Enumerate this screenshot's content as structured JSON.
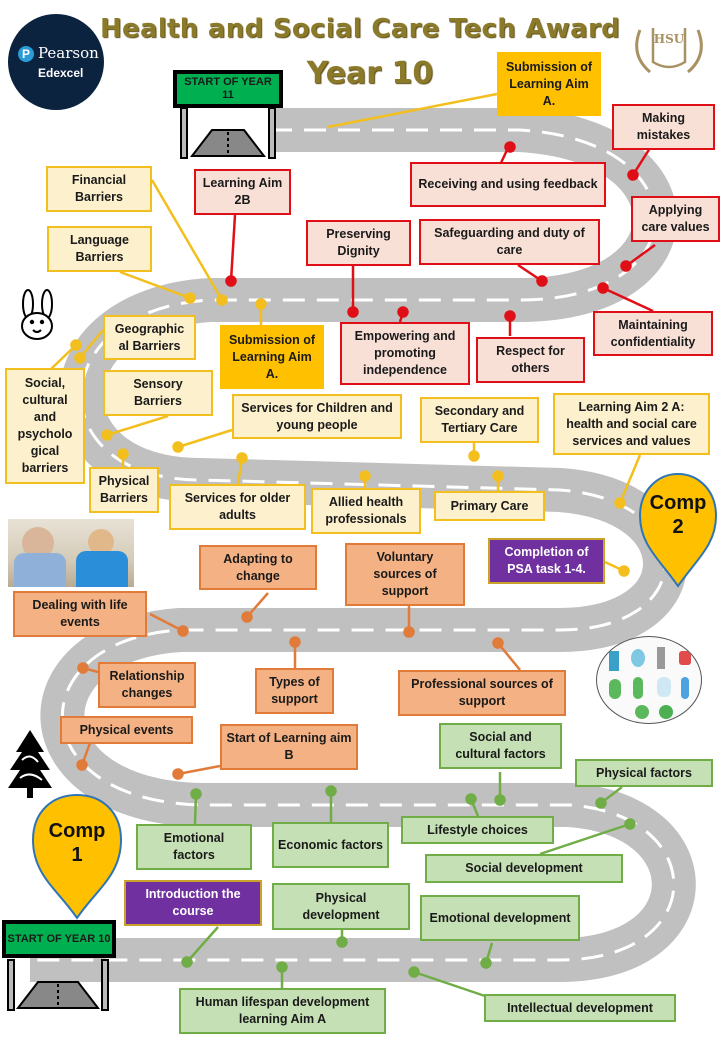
{
  "header": {
    "title": "Health and Social Care Tech Award",
    "subtitle": "Year 10",
    "title_color": "#8a7a2a"
  },
  "logos": {
    "pearson_line1": "Pearson",
    "pearson_line2": "Edexcel",
    "pearson_badge": "P",
    "school_monogram": "HSU"
  },
  "signs": {
    "start_year_11": "START OF YEAR 11",
    "start_year_10": "START OF YEAR 10"
  },
  "pins": {
    "comp1": {
      "line1": "Comp",
      "line2": "1"
    },
    "comp2": {
      "line1": "Comp",
      "line2": "2"
    }
  },
  "colors": {
    "road": "#c0c0c0",
    "road_markings": "#ffffff",
    "component3_red": "#e00f17",
    "component2_yellow": "#f2bf1e",
    "component1_orange": "#e07b39",
    "component1_green": "#70ad47",
    "milestone_purple": "#7030a0",
    "pin_fill": "#ffc000",
    "pin_outline": "#2e75b6",
    "sign_green": "#00b050"
  },
  "milestones": {
    "submission_aim_a_top": "Submission of Learning Aim A.",
    "submission_aim_a_mid": "Submission of Learning Aim A.",
    "completion_psa": "Completion of PSA task 1-4.",
    "introduction_course": "Introduction the course"
  },
  "red_boxes": {
    "making_mistakes": "Making mistakes",
    "receiving_feedback": "Receiving and using feedback",
    "applying_care_values": "Applying care values",
    "learning_aim_2b": "Learning Aim 2B",
    "preserving_dignity": "Preserving Dignity",
    "safeguarding": "Safeguarding and duty of care",
    "maintaining_confidentiality": "Maintaining confidentiality",
    "empowering": "Empowering and promoting independence",
    "respect_others": "Respect for others"
  },
  "yellow_boxes": {
    "financial_barriers": "Financial Barriers",
    "language_barriers": "Language Barriers",
    "geographical_barriers": "Geographic al Barriers",
    "social_cultural_barriers": "Social, cultural and psycholo gical barriers",
    "sensory_barriers": "Sensory Barriers",
    "services_children": "Services for Children and young people",
    "secondary_tertiary": "Secondary and Tertiary Care",
    "learning_aim_2a": "Learning Aim 2 A: health and social care services and values",
    "physical_barriers": "Physical Barriers",
    "services_older_adults": "Services for older adults",
    "allied_health": "Allied health professionals",
    "primary_care": "Primary Care"
  },
  "orange_boxes": {
    "adapting_change": "Adapting to change",
    "voluntary_support": "Voluntary sources of support",
    "dealing_life_events": "Dealing with life events",
    "relationship_changes": "Relationship changes",
    "types_support": "Types of support",
    "professional_support": "Professional sources of support",
    "physical_events": "Physical events",
    "start_aim_b": "Start of Learning aim B"
  },
  "green_boxes": {
    "social_cultural_factors": "Social and cultural factors",
    "physical_factors": "Physical factors",
    "emotional_factors": "Emotional factors",
    "economic_factors": "Economic factors",
    "lifestyle_choices": "Lifestyle choices",
    "social_development": "Social development",
    "physical_development": "Physical development",
    "emotional_development": "Emotional development",
    "human_lifespan": "Human lifespan development learning Aim A",
    "intellectual_development": "Intellectual development"
  }
}
